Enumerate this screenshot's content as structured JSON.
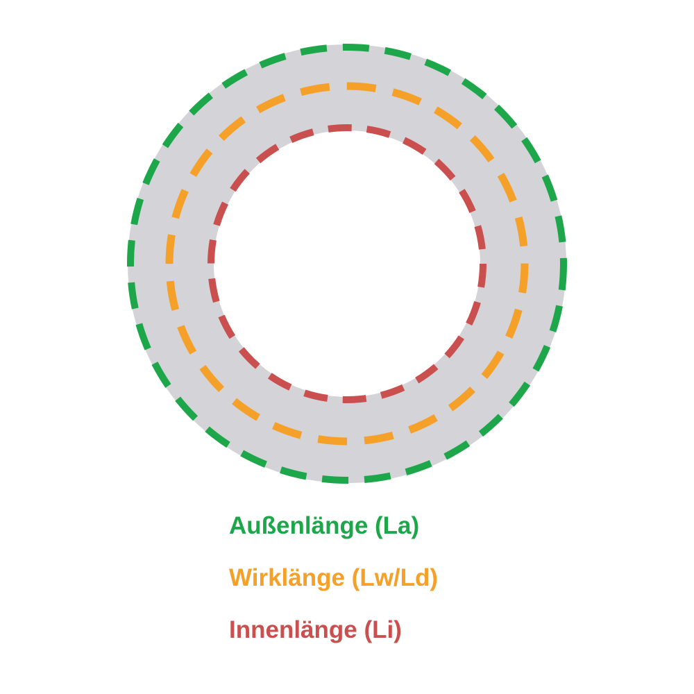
{
  "diagram": {
    "description": "V-belt length diagram: grey belt ring with three dashed measurement circles",
    "ring_color": "#d3d3d8",
    "background_color": "#ffffff",
    "circles": [
      {
        "id": "outer",
        "label": "Außenlänge (La)",
        "color": "#1ea74a"
      },
      {
        "id": "effective",
        "label": "Wirklänge (Lw/Ld)",
        "color": "#f5a028"
      },
      {
        "id": "inner",
        "label": "Innenlänge (Li)",
        "color": "#c9504e"
      }
    ]
  }
}
